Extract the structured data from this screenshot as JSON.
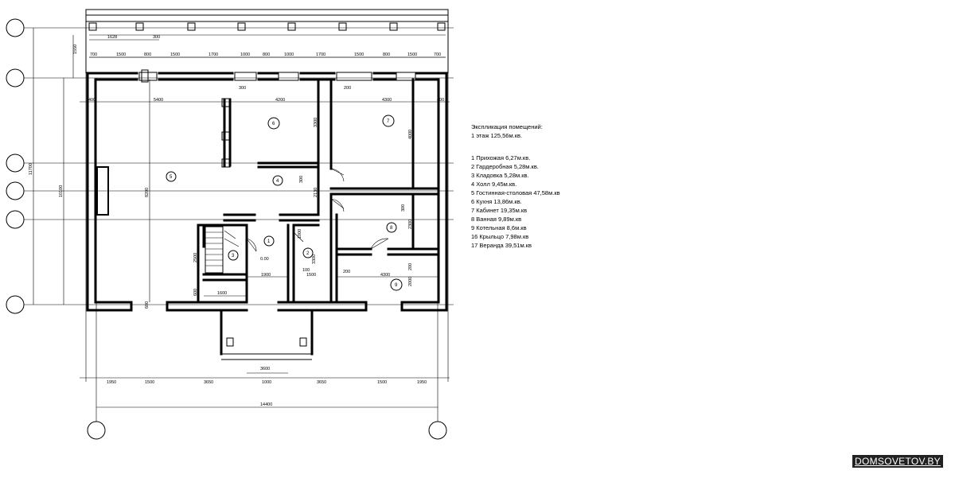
{
  "explication": {
    "title": "Экспликация помещений:",
    "subtitle": "1 этаж 125,56м.кв.",
    "rooms": [
      "1 Прихожая 6,27м.кв.",
      "2 Гардеробная 5,28м.кв.",
      "3 Кладовка 5,28м.кв.",
      "4 Холл 9,45м.кв.",
      "5 Гостинная-столовая 47,58м.кв",
      "6 Кухня 13,86м.кв.",
      "7 Кабинет 19,35м.кв",
      "8 Ванная 9,89м.кв",
      "9 Котельная 8,6м.кв",
      "16 Крыльцо 7,98м.кв",
      "17 Веранда 39,51м.кв"
    ]
  },
  "watermark": "DOMSOVETOV.BY",
  "dimensions": {
    "top_row_1": [
      "1628",
      "300"
    ],
    "top_row_2": [
      "700",
      "1500",
      "800",
      "1500",
      "1700",
      "1000",
      "800",
      "1000",
      "1700",
      "1500",
      "800",
      "1500",
      "700"
    ],
    "inner_top": [
      "400",
      "5400",
      "300",
      "4200",
      "200",
      "4300",
      "400"
    ],
    "left": [
      "1550",
      "11700",
      "10100",
      "8200",
      "600"
    ],
    "interior": [
      "3300",
      "300",
      "2130",
      "4000",
      "3300",
      "2300",
      "200",
      "2000",
      "2500",
      "600",
      "100",
      "300",
      "1000"
    ],
    "interior_bottom": [
      "1600",
      "1900",
      "100",
      "1500",
      "200",
      "4300"
    ],
    "porch": "3600",
    "bottom_row": [
      "1950",
      "1500",
      "3650",
      "1000",
      "3650",
      "1500",
      "1950"
    ],
    "total": "14400",
    "door_area": "0.00"
  },
  "room_numbers": [
    "1",
    "2",
    "3",
    "4",
    "5",
    "6",
    "7",
    "8",
    "9"
  ]
}
